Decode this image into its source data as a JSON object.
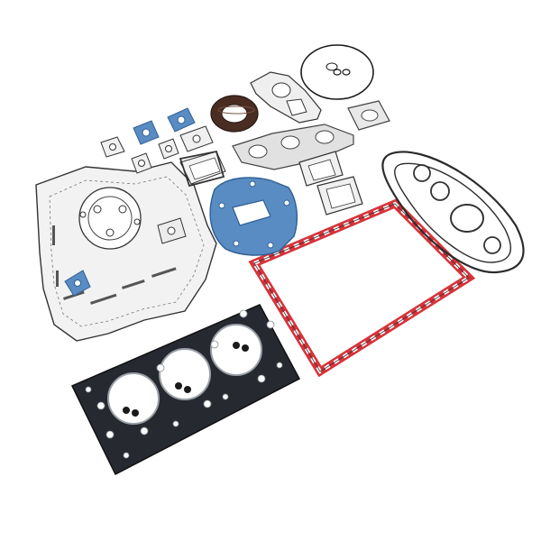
{
  "image": {
    "background": "#ffffff",
    "colors": {
      "black_gasket": "#262a30",
      "blue_gasket": "#5a8cc4",
      "red_gasket": "#d8323a",
      "gray_sheet": "#e8e8e8",
      "outline": "#2b2b2b",
      "bronze_seal": "#4a2d22"
    },
    "parts": [
      "cylinder-head-gasket",
      "oil-pan-gasket",
      "timing-cover-gasket",
      "valve-cover-gasket",
      "water-pump-gasket",
      "exhaust-manifold-gasket",
      "intake-manifold-gasket",
      "crankshaft-oil-seal",
      "o-rings",
      "small-flange-gaskets"
    ]
  }
}
